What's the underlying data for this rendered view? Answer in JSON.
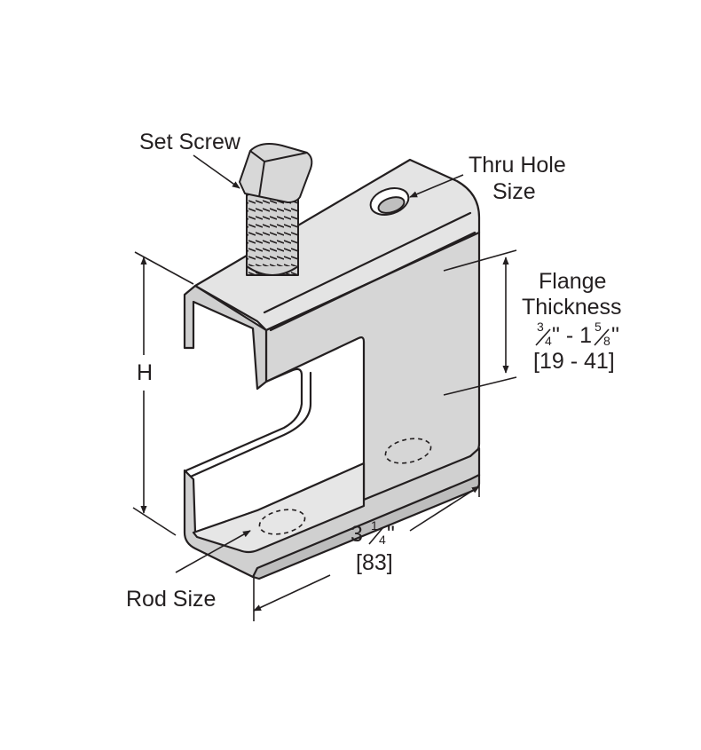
{
  "labels": {
    "set_screw": "Set Screw",
    "thru_hole_line1": "Thru Hole",
    "thru_hole_line2": "Size",
    "flange_line1": "Flange",
    "flange_line2": "Thickness",
    "flange_imperial": {
      "a_num": "3",
      "a_den": "4",
      "mid": "\" - 1",
      "b_num": "5",
      "b_den": "8",
      "end": "\""
    },
    "flange_metric": "[19 - 41]",
    "height": "H",
    "width_imperial": {
      "whole": "3",
      "num": "1",
      "den": "4",
      "end": "\""
    },
    "width_metric": "[83]",
    "rod_size": "Rod Size"
  },
  "colors": {
    "line": "#231f20",
    "body_fill": "#dcdcdc",
    "body_light": "#eaeaea",
    "body_dark": "#c4c4c4",
    "screw_fill": "#d2d2d2"
  }
}
